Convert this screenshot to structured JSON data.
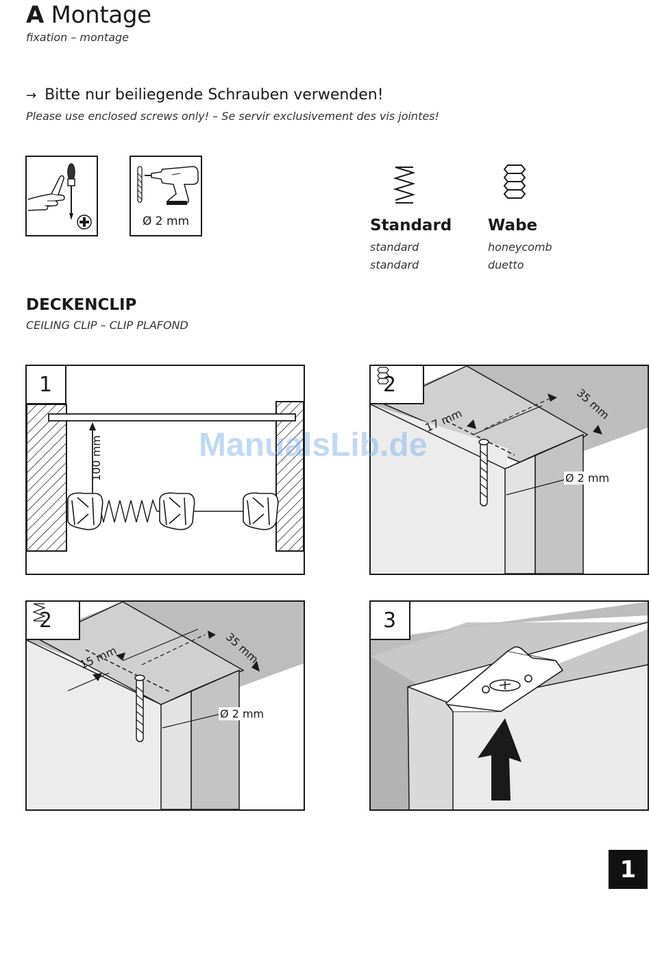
{
  "header": {
    "letter": "A",
    "title": "Montage",
    "subtitle": "fixation – montage"
  },
  "notice": {
    "arrow": "→",
    "text": "Bitte nur beiliegende Schrauben verwenden!",
    "subtext": "Please use enclosed screws only! – Se servir exclusivement des vis jointes!"
  },
  "tools": {
    "drill_label": "Ø 2 mm"
  },
  "types": [
    {
      "title": "Standard",
      "line1": "standard",
      "line2": "standard"
    },
    {
      "title": "Wabe",
      "line1": "honeycomb",
      "line2": "duetto"
    }
  ],
  "section": {
    "title": "DECKENCLIP",
    "subtitle": "CEILING CLIP – CLIP PLAFOND"
  },
  "steps": [
    {
      "number": "1",
      "distance": "100 mm"
    },
    {
      "number": "2",
      "edge": "17 mm",
      "depth": "35 mm",
      "drill": "Ø 2 mm"
    },
    {
      "number": "2",
      "edge": "15 mm",
      "depth": "35 mm",
      "drill": "Ø 2 mm"
    },
    {
      "number": "3"
    }
  ],
  "watermark": "ManualsLib.de",
  "page_number": "1"
}
